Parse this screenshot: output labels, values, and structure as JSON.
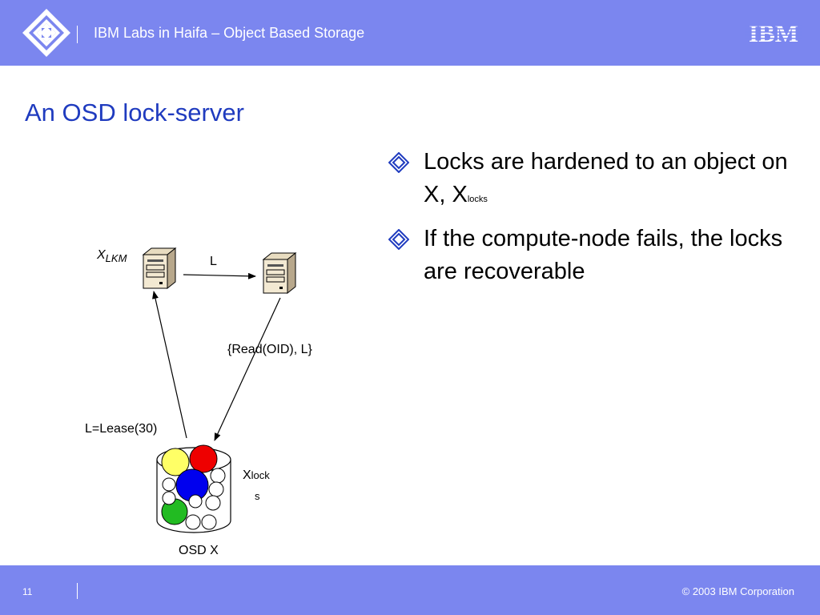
{
  "header": {
    "title": "IBM Labs in Haifa – Object Based Storage",
    "logo": "IBM",
    "background_color": "#7b86ef"
  },
  "slide": {
    "title": "An OSD lock-server",
    "title_color": "#1f3bbf"
  },
  "bullets": [
    {
      "text": "Locks are hardened to an object on X, X",
      "subscript": "locks"
    },
    {
      "text": "If the compute-node fails, the locks are recoverable",
      "subscript": ""
    }
  ],
  "diagram": {
    "lkm_label_main": "X",
    "lkm_label_sub": "LKM",
    "arrow_top_label": "L",
    "arrow_right_label": "{Read(OID), L}",
    "arrow_left_label": "L=Lease(30)",
    "locks_label_main": "X",
    "locks_label_sub_line1": "lock",
    "locks_label_sub_line2": "s",
    "osd_label": "OSD X",
    "lock_colors": [
      "#ffff66",
      "#ee0000",
      "#0000ee",
      "#22bb22"
    ]
  },
  "footer": {
    "page_number": "11",
    "copyright": "© 2003 IBM Corporation"
  }
}
